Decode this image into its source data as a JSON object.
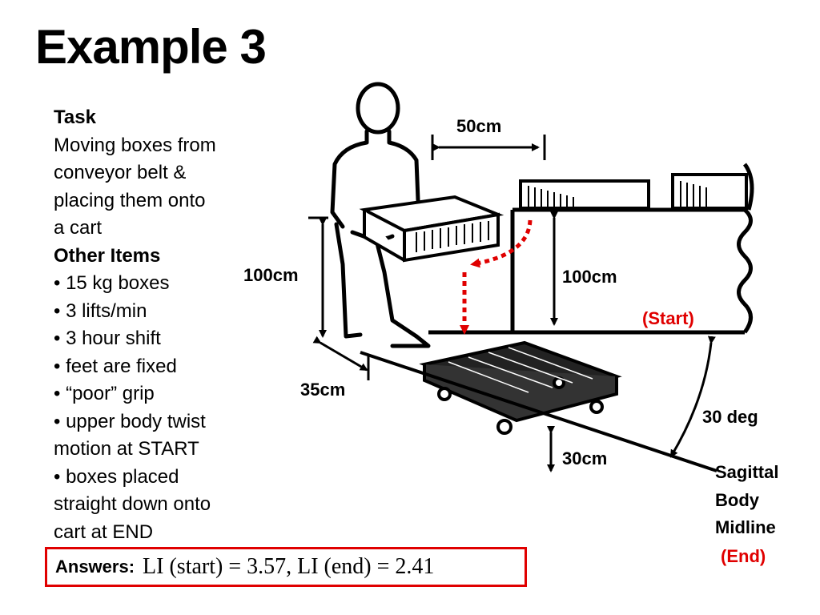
{
  "title": "Example 3",
  "task": {
    "heading": "Task",
    "lines": [
      "Moving boxes from",
      "conveyor belt &",
      "placing them onto",
      "a cart"
    ],
    "other_heading": "Other Items",
    "items": [
      "• 15 kg boxes",
      "• 3 lifts/min",
      "• 3 hour shift",
      "• feet are fixed",
      "• “poor” grip",
      "• upper body twist",
      "motion at START",
      "• boxes placed",
      "straight down onto",
      "cart at END"
    ]
  },
  "labels": {
    "horizontal_start": "50cm",
    "vertical_hands": "100cm",
    "vertical_conveyor": "100cm",
    "start": "(Start)",
    "feet_distance": "35cm",
    "angle": "30 deg",
    "cart_height": "30cm",
    "midline_1": "Sagittal",
    "midline_2": "Body",
    "midline_3": "Midline",
    "end": "(End)"
  },
  "answers": {
    "label": "Answers:",
    "value": "LI (start) = 3.57, LI (end) = 2.41"
  },
  "colors": {
    "accent": "#e00000"
  }
}
